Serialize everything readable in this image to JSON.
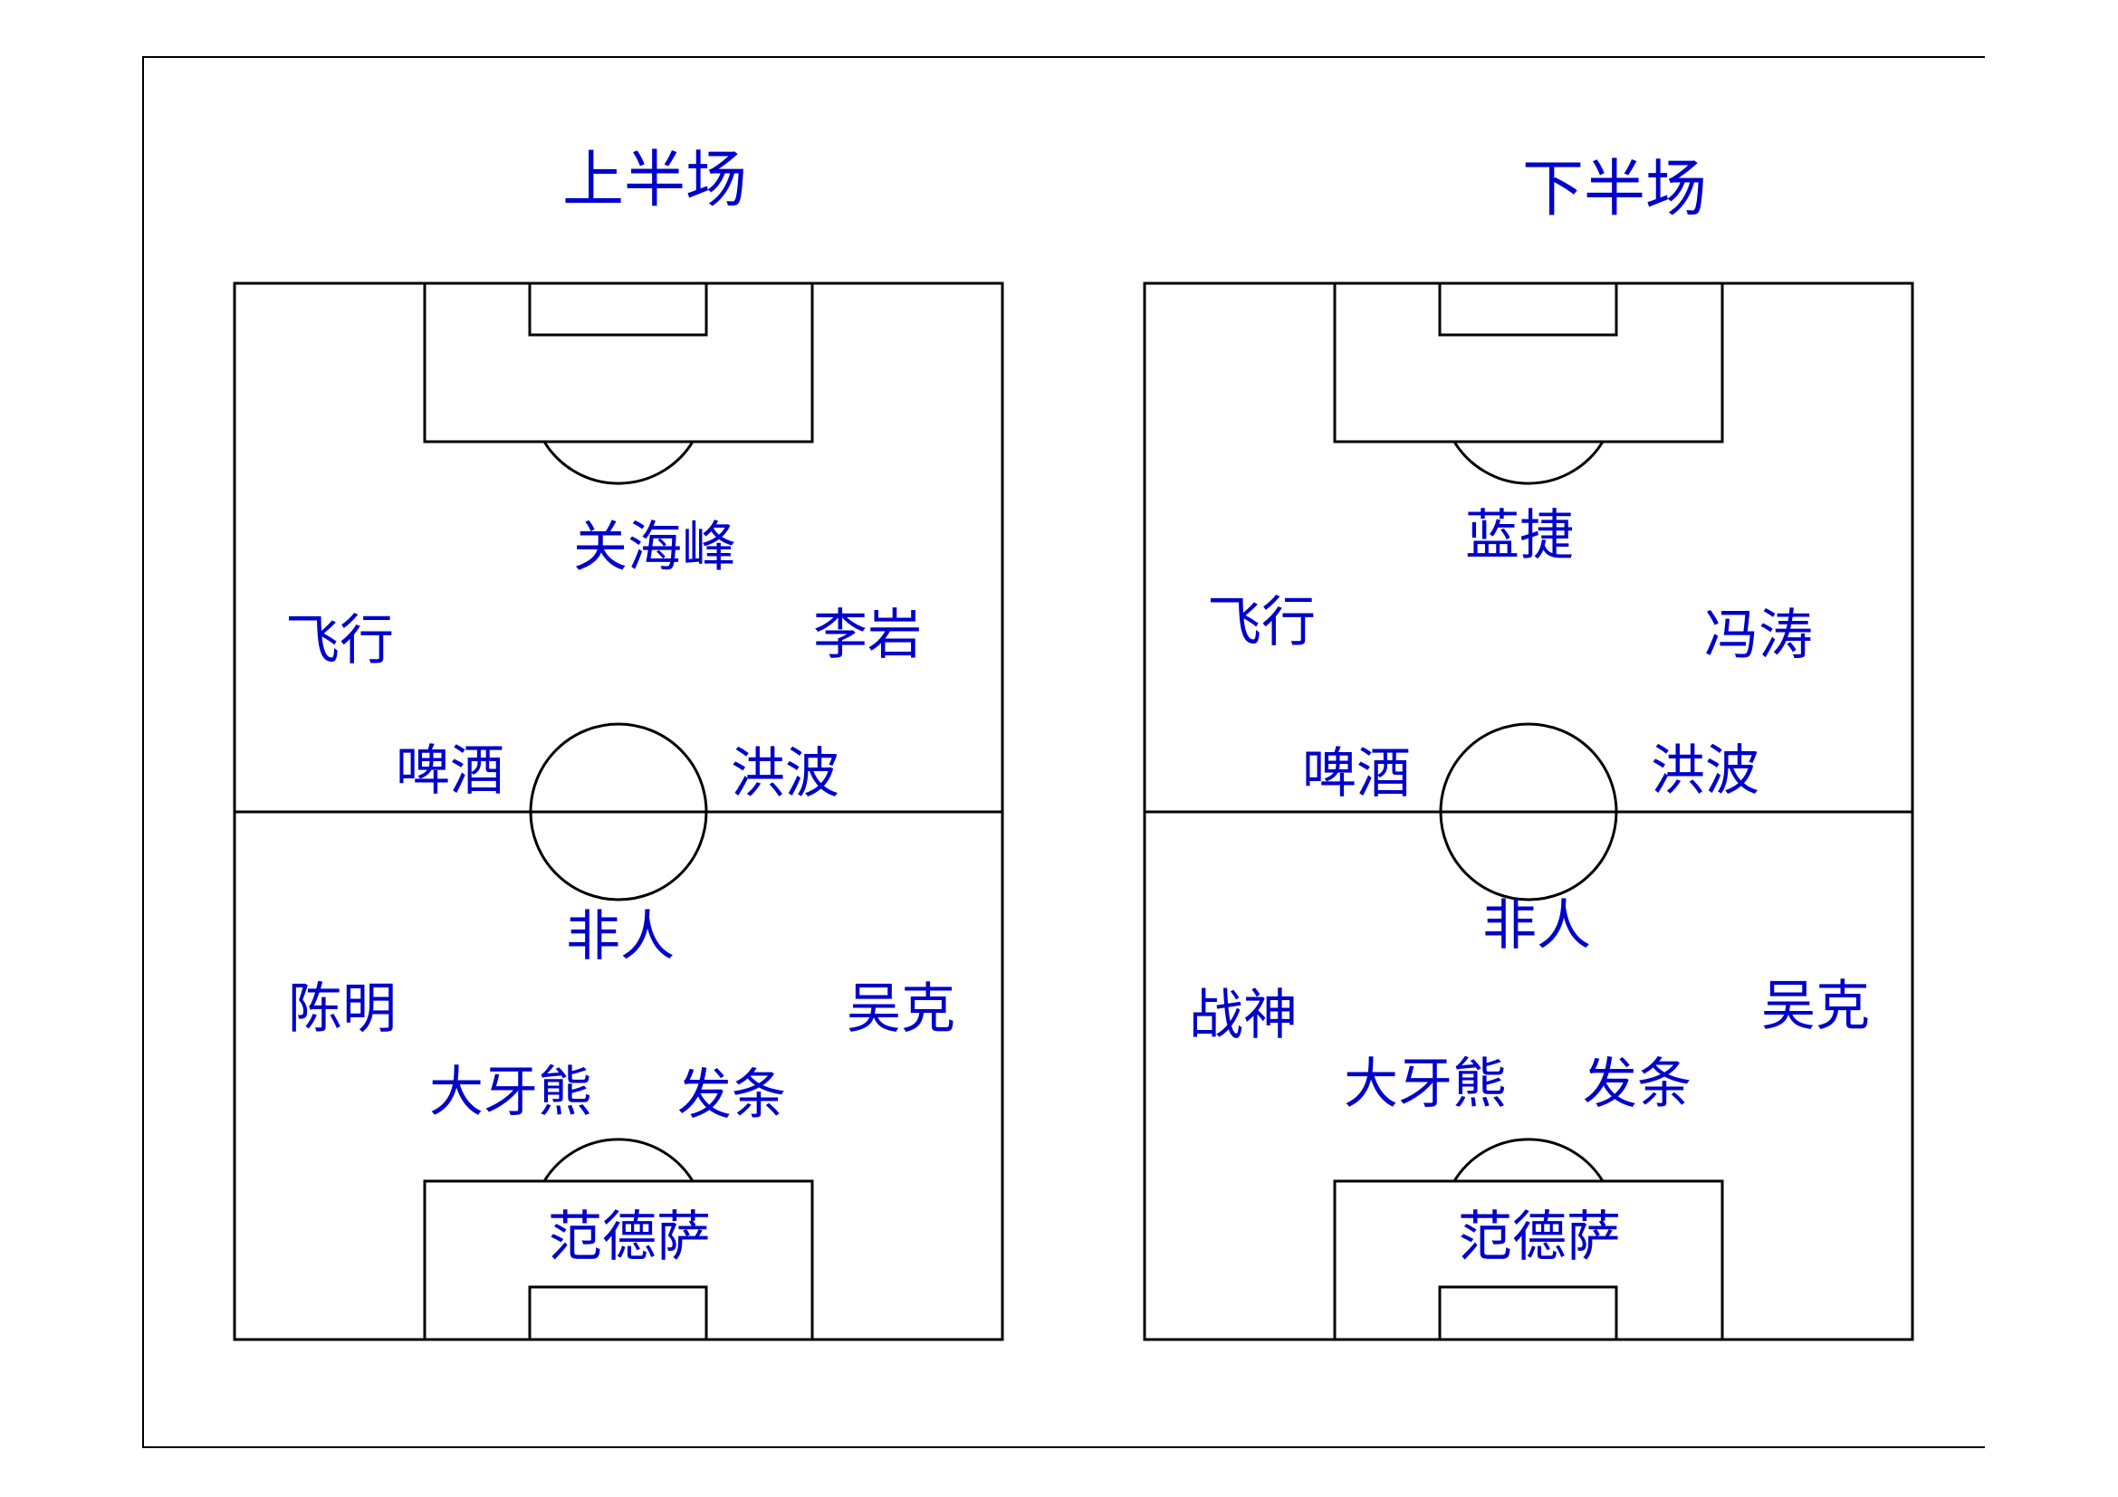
{
  "halves": [
    {
      "title": "上半场",
      "players": [
        {
          "name": "关海峰"
        },
        {
          "name": "飞行"
        },
        {
          "name": "李岩"
        },
        {
          "name": "啤酒"
        },
        {
          "name": "洪波"
        },
        {
          "name": "非人"
        },
        {
          "name": "陈明"
        },
        {
          "name": "吴克"
        },
        {
          "name": "大牙熊"
        },
        {
          "name": "发条"
        },
        {
          "name": "范德萨"
        }
      ]
    },
    {
      "title": "下半场",
      "players": [
        {
          "name": "蓝捷"
        },
        {
          "name": "飞行"
        },
        {
          "name": "冯涛"
        },
        {
          "name": "啤酒"
        },
        {
          "name": "洪波"
        },
        {
          "name": "非人"
        },
        {
          "name": "战神"
        },
        {
          "name": "吴克"
        },
        {
          "name": "大牙熊"
        },
        {
          "name": "发条"
        },
        {
          "name": "范德萨"
        }
      ]
    }
  ],
  "colors": {
    "text": "#0000cc",
    "lines": "#000000"
  }
}
